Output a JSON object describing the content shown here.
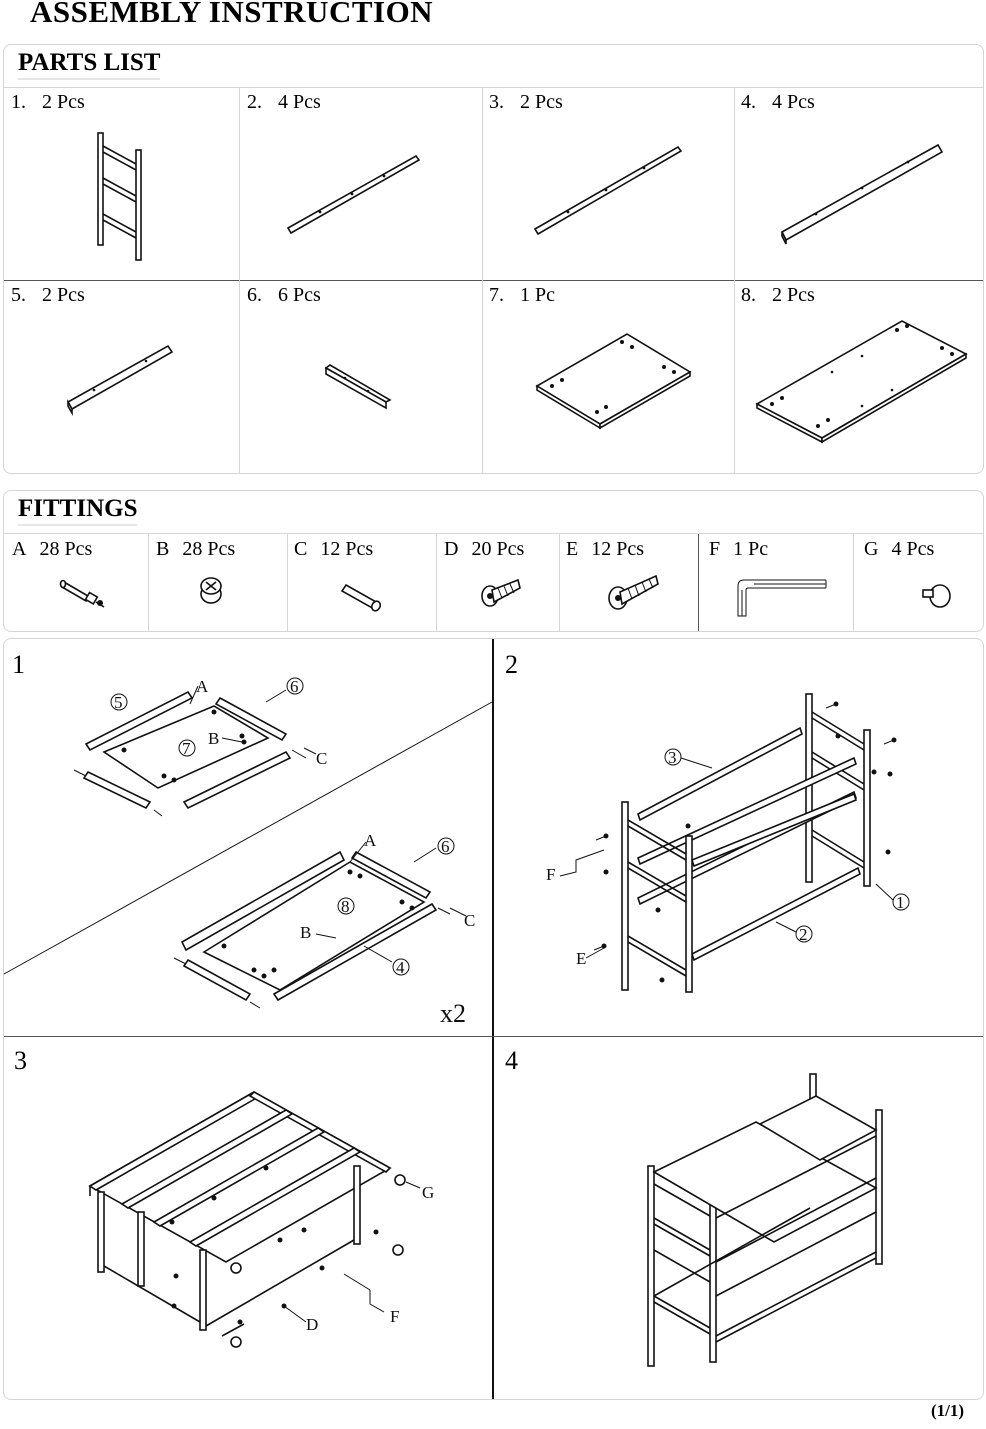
{
  "document": {
    "title": "ASSEMBLY  INSTRUCTION",
    "page": "(1/1)"
  },
  "parts_list": {
    "heading": "PARTS LIST",
    "items": [
      {
        "num": "1.",
        "qty": "2 Pcs",
        "icon": "ladder-frame-icon"
      },
      {
        "num": "2.",
        "qty": "4 Pcs",
        "icon": "long-rail-icon"
      },
      {
        "num": "3.",
        "qty": "2 Pcs",
        "icon": "long-rail-icon"
      },
      {
        "num": "4.",
        "qty": "4 Pcs",
        "icon": "wide-rail-icon"
      },
      {
        "num": "5.",
        "qty": "2 Pcs",
        "icon": "short-rail-icon"
      },
      {
        "num": "6.",
        "qty": "6 Pcs",
        "icon": "bracket-icon"
      },
      {
        "num": "7.",
        "qty": "1 Pc",
        "icon": "small-panel-icon"
      },
      {
        "num": "8.",
        "qty": "2 Pcs",
        "icon": "large-panel-icon"
      }
    ]
  },
  "fittings": {
    "heading": "FITTINGS",
    "items": [
      {
        "code": "A",
        "qty": "28 Pcs",
        "icon": "bolt-icon"
      },
      {
        "code": "B",
        "qty": "28 Pcs",
        "icon": "cam-lock-icon"
      },
      {
        "code": "C",
        "qty": "12 Pcs",
        "icon": "dowel-icon"
      },
      {
        "code": "D",
        "qty": "20 Pcs",
        "icon": "short-screw-icon"
      },
      {
        "code": "E",
        "qty": "12 Pcs",
        "icon": "long-screw-icon"
      },
      {
        "code": "F",
        "qty": "1 Pc",
        "icon": "allen-key-icon"
      },
      {
        "code": "G",
        "qty": "4 Pcs",
        "icon": "foot-pad-icon"
      }
    ]
  },
  "steps": [
    {
      "num": "1",
      "labels": {
        "part5": "5",
        "part6a": "6",
        "part7": "7",
        "part6b": "6",
        "part8": "8",
        "part4": "4",
        "fitA": "A",
        "fitB": "B",
        "fitC": "C",
        "fitA2": "A",
        "fitB2": "B",
        "fitC2": "C",
        "multiplier": "x2"
      }
    },
    {
      "num": "2",
      "labels": {
        "part3": "3",
        "part1": "1",
        "part2": "2",
        "fitF": "F",
        "fitE": "E"
      }
    },
    {
      "num": "3",
      "labels": {
        "fitG": "G",
        "fitD": "D",
        "fitF": "F"
      }
    },
    {
      "num": "4",
      "labels": {}
    }
  ]
}
